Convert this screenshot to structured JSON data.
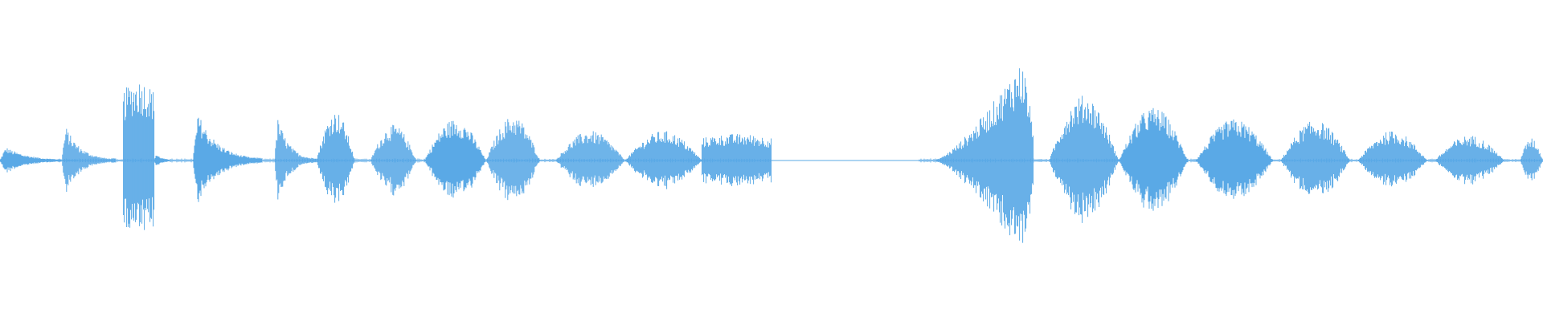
{
  "waveform": {
    "color": "#5aa9e6",
    "background": "#ffffff",
    "segments": [
      {
        "start": 0.0,
        "end": 0.05,
        "peak": 0.12,
        "shape": "decay"
      },
      {
        "start": 0.04,
        "end": 0.075,
        "peak": 0.3,
        "shape": "decay"
      },
      {
        "start": 0.08,
        "end": 0.1,
        "peak": 0.55,
        "shape": "flat"
      },
      {
        "start": 0.1,
        "end": 0.115,
        "peak": 0.06,
        "shape": "decay"
      },
      {
        "start": 0.125,
        "end": 0.17,
        "peak": 0.42,
        "shape": "decay"
      },
      {
        "start": 0.178,
        "end": 0.205,
        "peak": 0.38,
        "shape": "decay"
      },
      {
        "start": 0.205,
        "end": 0.23,
        "peak": 0.33,
        "shape": "swell"
      },
      {
        "start": 0.24,
        "end": 0.27,
        "peak": 0.24,
        "shape": "swell"
      },
      {
        "start": 0.275,
        "end": 0.315,
        "peak": 0.28,
        "shape": "swell"
      },
      {
        "start": 0.315,
        "end": 0.35,
        "peak": 0.3,
        "shape": "swell"
      },
      {
        "start": 0.36,
        "end": 0.405,
        "peak": 0.2,
        "shape": "swell"
      },
      {
        "start": 0.405,
        "end": 0.455,
        "peak": 0.2,
        "shape": "swell"
      },
      {
        "start": 0.455,
        "end": 0.5,
        "peak": 0.18,
        "shape": "flat"
      },
      {
        "start": 0.605,
        "end": 0.67,
        "peak": 0.65,
        "shape": "ramp"
      },
      {
        "start": 0.68,
        "end": 0.725,
        "peak": 0.44,
        "shape": "swell"
      },
      {
        "start": 0.725,
        "end": 0.77,
        "peak": 0.36,
        "shape": "swell"
      },
      {
        "start": 0.775,
        "end": 0.825,
        "peak": 0.28,
        "shape": "swell"
      },
      {
        "start": 0.83,
        "end": 0.875,
        "peak": 0.27,
        "shape": "swell"
      },
      {
        "start": 0.88,
        "end": 0.925,
        "peak": 0.2,
        "shape": "swell"
      },
      {
        "start": 0.93,
        "end": 0.975,
        "peak": 0.17,
        "shape": "swell"
      },
      {
        "start": 0.985,
        "end": 1.0,
        "peak": 0.15,
        "shape": "swell"
      }
    ],
    "silence_gaps": [
      {
        "start": 0.5,
        "end": 0.595
      }
    ]
  }
}
